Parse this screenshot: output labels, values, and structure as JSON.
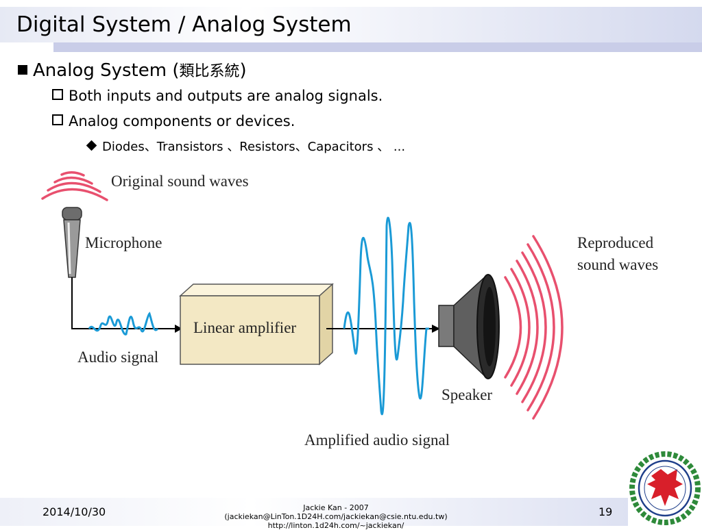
{
  "slide": {
    "title": "Digital System / Analog System"
  },
  "bullets": {
    "level1": {
      "label": "Analog System (",
      "cjk": "類比系統",
      "close": ")"
    },
    "level2": [
      "Both inputs and outputs are analog signals.",
      "Analog components or devices."
    ],
    "level3": "Diodes、Transistors 、Resistors、Capacitors 、 ..."
  },
  "diagram": {
    "labels": {
      "original_waves": "Original sound waves",
      "microphone": "Microphone",
      "audio_signal": "Audio signal",
      "amplifier": "Linear amplifier",
      "amplified_signal": "Amplified audio signal",
      "speaker": "Speaker",
      "reproduced_line1": "Reproduced",
      "reproduced_line2": "sound waves"
    },
    "colors": {
      "waves": "#e8506e",
      "signal": "#1a9ad6",
      "amplifier_box": "#f3e8c4"
    }
  },
  "footer": {
    "date": "2014/10/30",
    "author_line1": "Jackie Kan - 2007 (jackiekan@LinTon.1D24H.com/jackiekan@csie.ntu.edu.tw)",
    "author_line2": "http://linton.1d24h.com/~jackiekan/",
    "page_number": "19"
  }
}
